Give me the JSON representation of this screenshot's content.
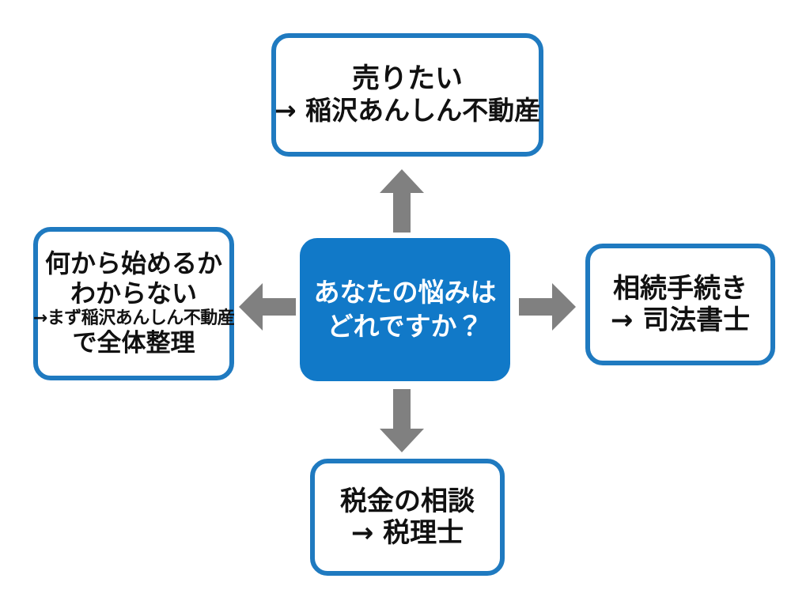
{
  "diagram": {
    "background_color": "#ffffff",
    "box_border_color": "#1f7ac0",
    "center_fill_color": "#1179c8",
    "center_text_color": "#ffffff",
    "arrow_color": "#808080",
    "text_color": "#111111"
  },
  "center": {
    "line1": "あなたの悩みは",
    "line2": "どれですか？"
  },
  "nodes": {
    "top": {
      "line1": "売りたい",
      "line2": "→ 稲沢あんしん不動産"
    },
    "left": {
      "line1": "何から始めるか",
      "line2": "わからない",
      "line3": "→まず稲沢あんしん不動産",
      "line4": "で全体整理"
    },
    "right": {
      "line1": "相続手続き",
      "line2": "→ 司法書士"
    },
    "bottom": {
      "line1": "税金の相談",
      "line2": "→ 税理士"
    }
  },
  "arrows": {
    "up": "arrow-up-icon",
    "down": "arrow-down-icon",
    "left": "arrow-left-icon",
    "right": "arrow-right-icon"
  }
}
